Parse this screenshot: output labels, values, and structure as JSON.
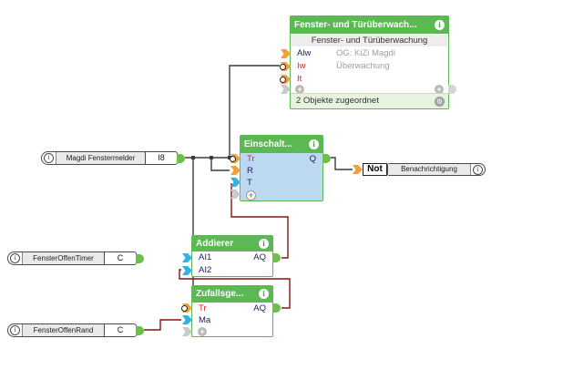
{
  "window": {
    "background": "#ffffff"
  },
  "colors": {
    "block_green": "#5cb852",
    "body_blue": "#bcd9f1",
    "status_green_bg": "#e8f3df",
    "wire_digital": "#3c3c3c",
    "wire_analog": "#851312",
    "input_digital_arrow": "#f0a13e",
    "input_analog_arrow": "#35b1e4",
    "connector_green": "#6cc04a",
    "label_red": "#e01b24",
    "label_navy": "#202060"
  },
  "icons": {
    "info": "i",
    "plus": "+",
    "gear": "⚙"
  },
  "blocks": {
    "monitor": {
      "header_label": "Fenster- und Türüberwach...",
      "title": "Fenster- und Türüberwachung",
      "inputs": [
        {
          "label": "Alw"
        },
        {
          "label": "Iw"
        },
        {
          "label": "It"
        }
      ],
      "info_lines": [
        "OG: KiZi Magdi",
        "Überwachung"
      ],
      "status_text": "2 Objekte zugeordnet"
    },
    "einschalt": {
      "header_label": "Einschalt...",
      "inputs": [
        {
          "label": "Tr"
        },
        {
          "label": "R"
        },
        {
          "label": "T"
        }
      ],
      "outputs": [
        {
          "label": "Q"
        }
      ]
    },
    "addierer": {
      "header_label": "Addierer",
      "inputs": [
        {
          "label": "AI1"
        },
        {
          "label": "AI2"
        }
      ],
      "outputs": [
        {
          "label": "AQ"
        }
      ]
    },
    "zufall": {
      "header_label": "Zufallsge...",
      "inputs": [
        {
          "label": "Tr"
        },
        {
          "label": "Ma"
        }
      ],
      "outputs": [
        {
          "label": "AQ"
        }
      ]
    }
  },
  "connectors": {
    "magdi": {
      "label": "Magdi Fenstermelder",
      "type": "I8"
    },
    "timer": {
      "label": "FensterOffenTimer",
      "type": "C"
    },
    "rand": {
      "label": "FensterOffenRand",
      "type": "C"
    },
    "not": {
      "label": "Not"
    },
    "benachrichtigung": {
      "label": "Benachrichtigung"
    }
  }
}
